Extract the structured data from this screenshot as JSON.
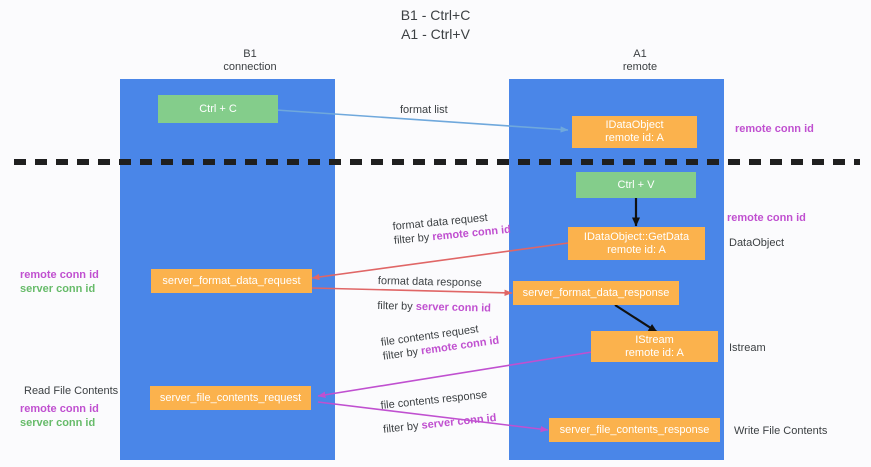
{
  "diagram": {
    "title": "B1 - Ctrl+C\nA1 - Ctrl+V",
    "lanes": [
      {
        "name": "lane-b1",
        "header": "B1\nconnection"
      },
      {
        "name": "lane-a1",
        "header": "A1\nremote"
      }
    ],
    "colors": {
      "lane": "#4a86e8",
      "green_box": "#84cd8b",
      "orange_box": "#fbb24d",
      "purple_label": "#c050d0",
      "green_label": "#67bb6a",
      "text": "#3c4043",
      "divider": "#1f1f1f",
      "arrow_blue": "#6fa8dc",
      "arrow_red": "#e06666",
      "arrow_magenta": "#c050d0",
      "arrow_black": "#000000",
      "background": "#fbfbfd"
    },
    "boxes": [
      {
        "id": "ctrl-c",
        "label": "Ctrl + C"
      },
      {
        "id": "idataobject",
        "label": "IDataObject\nremote id: A"
      },
      {
        "id": "ctrl-v",
        "label": "Ctrl + V"
      },
      {
        "id": "idataobject-getdata",
        "label": "IDataObject::GetData\nremote id: A"
      },
      {
        "id": "server-format-data-request",
        "label": "server_format_data_request"
      },
      {
        "id": "server-format-data-response",
        "label": "server_format_data_response"
      },
      {
        "id": "istream",
        "label": "IStream\nremote id: A"
      },
      {
        "id": "server-file-contents-request",
        "label": "server_file_contents_request"
      },
      {
        "id": "server-file-contents-response",
        "label": "server_file_contents_response"
      }
    ],
    "edge_labels": [
      {
        "id": "format-list",
        "line1": "format list",
        "line2": "",
        "filter": ""
      },
      {
        "id": "format-data-request",
        "line1": "format data request",
        "line2": "filter by ",
        "filter": "remote conn id"
      },
      {
        "id": "format-data-response",
        "line1": "format data response",
        "line2": "filter by ",
        "filter": "server conn id"
      },
      {
        "id": "file-contents-request",
        "line1": "file contents request",
        "line2": "filter by ",
        "filter": "remote conn id"
      },
      {
        "id": "file-contents-response",
        "line1": "file contents response",
        "line2": "filter by ",
        "filter": "server conn id"
      }
    ],
    "right_labels": [
      {
        "id": "right-remote-conn-id-1",
        "text": "remote conn id",
        "style": "purple"
      },
      {
        "id": "right-remote-conn-id-2",
        "text": "remote conn id",
        "style": "purple"
      },
      {
        "id": "right-dataobject",
        "text": "DataObject",
        "style": "plain"
      },
      {
        "id": "right-istream",
        "text": "Istream",
        "style": "plain"
      },
      {
        "id": "right-write-file",
        "text": "Write File Contents",
        "style": "plain"
      }
    ],
    "left_labels": [
      {
        "id": "left-remote-conn-id-1",
        "text": "remote conn id",
        "style": "purple"
      },
      {
        "id": "left-server-conn-id-1",
        "text": "server conn id",
        "style": "green"
      },
      {
        "id": "left-read-file",
        "text": "Read File Contents",
        "style": "plain"
      },
      {
        "id": "left-remote-conn-id-2",
        "text": "remote conn id",
        "style": "purple"
      },
      {
        "id": "left-server-conn-id-2",
        "text": "server conn id",
        "style": "green"
      }
    ]
  }
}
